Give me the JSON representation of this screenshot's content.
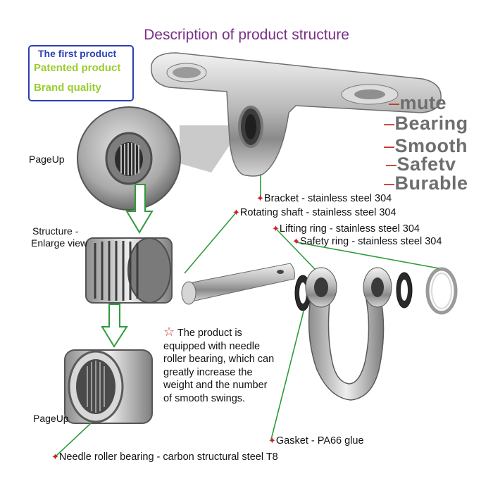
{
  "title": "Description of product structure",
  "badge": {
    "line1": "The first product",
    "line2": "Patented product",
    "line3": "Brand quality"
  },
  "features": [
    "mute",
    "Bearing",
    "Smooth",
    "Safetv",
    "Burable"
  ],
  "labels": {
    "bracket": "Bracket - stainless steel 304",
    "shaft": "Rotating shaft - stainless steel 304",
    "lifting_ring": "Lifting ring - stainless steel 304",
    "safety_ring": "Safety ring - stainless steel 304",
    "gasket": "Gasket - PA66 glue",
    "needle_bearing": "Needle roller bearing - carbon structural steel T8"
  },
  "side_labels": {
    "pageup_top": "PageUp",
    "structure_1": "Structure -",
    "structure_2": "Enlarge view",
    "pageup_bottom": "PageUp"
  },
  "description": "The product is equipped with needle roller bearing, which can greatly increase the weight and the number of smooth swings.",
  "colors": {
    "title": "#7a2f86",
    "badge_border": "#2b3fb5",
    "badge_highlight": "#9acd32",
    "leader_line": "#2e9c3a",
    "marker": "#d11f2a"
  },
  "icons": {
    "marker": "red-star-marker-icon",
    "desc": "outline-star-icon"
  }
}
